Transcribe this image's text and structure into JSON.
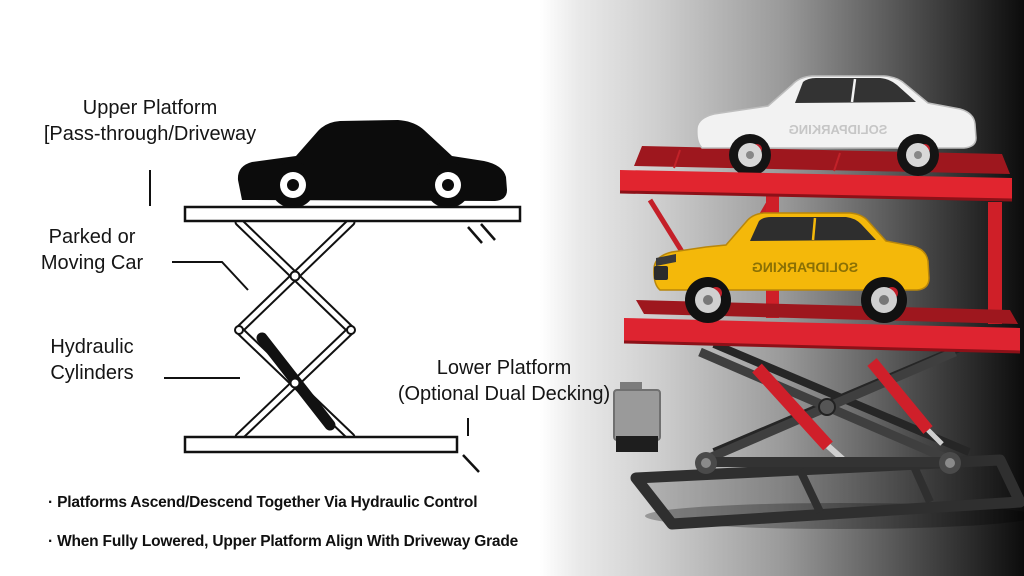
{
  "diagram": {
    "labels": {
      "upper_platform": "Upper Platform\n[Pass-through/Driveway",
      "parked_car": "Parked or\nMoving Car",
      "hydraulic_cylinders": "Hydraulic\nCylinders",
      "lower_platform": "Lower Platform\n(Optional Dual Decking)"
    },
    "notes": [
      "· Platforms Ascend/Descend Together Via Hydraulic Control",
      "· When Fully Lowered, Upper Platform Align With Driveway Grade"
    ]
  },
  "photo": {
    "upper_car_watermark": "SOLIDPARKING",
    "lower_car_watermark": "SOLIDPARKING",
    "colors": {
      "deck_red": "#de2430",
      "car_white": "#f2f2f2",
      "car_yellow": "#f4b80a",
      "frame_gray": "#3f3f3f"
    }
  }
}
